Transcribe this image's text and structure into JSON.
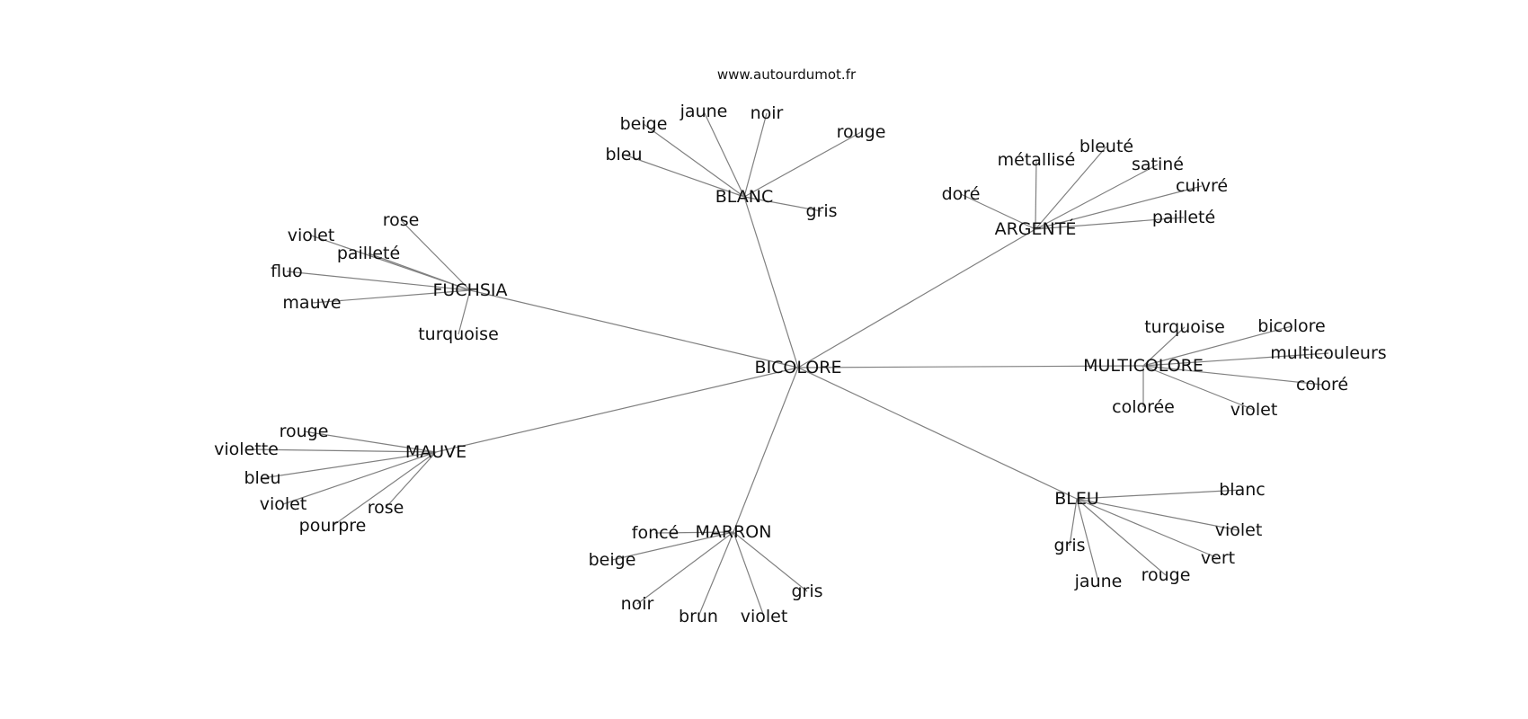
{
  "site": "www.autourdumot.fr",
  "center": "BICOLORE",
  "clusters": [
    {
      "id": "blanc",
      "label": "BLANC",
      "leaves": [
        "bleu",
        "beige",
        "jaune",
        "noir",
        "rouge",
        "gris"
      ]
    },
    {
      "id": "argente",
      "label": "ARGENTÉ",
      "leaves": [
        "doré",
        "métallisé",
        "bleuté",
        "satiné",
        "cuivré",
        "pailleté"
      ]
    },
    {
      "id": "fuchsia",
      "label": "FUCHSIA",
      "leaves": [
        "rose",
        "violet",
        "pailleté",
        "fluo",
        "mauve",
        "turquoise"
      ]
    },
    {
      "id": "multicolore",
      "label": "MULTICOLORE",
      "leaves": [
        "turquoise",
        "bicolore",
        "multicouleurs",
        "coloré",
        "violet",
        "colorée"
      ]
    },
    {
      "id": "mauve",
      "label": "MAUVE",
      "leaves": [
        "rouge",
        "violette",
        "bleu",
        "violet",
        "pourpre",
        "rose"
      ]
    },
    {
      "id": "marron",
      "label": "MARRON",
      "leaves": [
        "foncé",
        "beige",
        "noir",
        "brun",
        "violet",
        "gris"
      ]
    },
    {
      "id": "bleu",
      "label": "BLEU",
      "leaves": [
        "blanc",
        "violet",
        "vert",
        "rouge",
        "jaune",
        "gris"
      ]
    }
  ]
}
